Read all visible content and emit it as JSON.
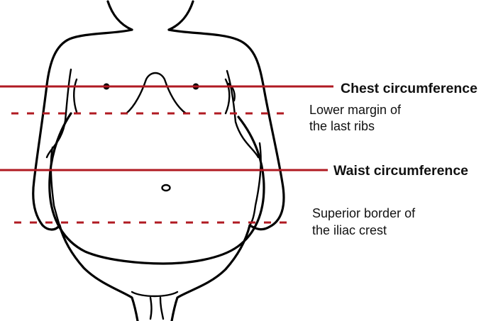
{
  "colors": {
    "measure_line": "#b01a22",
    "outline": "#000000",
    "background": "#ffffff",
    "text": "#111111"
  },
  "labels": {
    "chest": "Chest circumference",
    "lower_ribs_line1": "Lower margin of",
    "lower_ribs_line2": "the last ribs",
    "waist": "Waist circumference",
    "iliac_line1": "Superior border of",
    "iliac_line2": "the iliac crest"
  },
  "lines": [
    {
      "id": "chest-line",
      "style": "solid"
    },
    {
      "id": "lower-ribs-line",
      "style": "dashed"
    },
    {
      "id": "waist-line",
      "style": "solid"
    },
    {
      "id": "iliac-crest-line",
      "style": "dashed"
    }
  ]
}
